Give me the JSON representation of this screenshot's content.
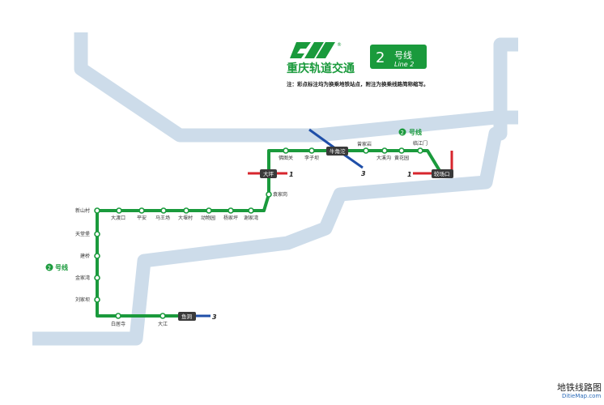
{
  "brand": {
    "name": "重庆轨道交通",
    "registered": "®"
  },
  "badge": {
    "number": "2",
    "name_cn": "号线",
    "name_en": "Line 2"
  },
  "note": "注：彩点标注均为换乘地铁站点，附注为换乘线路简称缩写。",
  "line_labels": [
    {
      "number": "2",
      "text": "号线"
    },
    {
      "number": "2",
      "text": "号线"
    }
  ],
  "stations": [
    "较场口",
    "临江门",
    "黄花园",
    "大溪沟",
    "曾家岩",
    "牛角沱",
    "李子坝",
    "佛图关",
    "大坪",
    "袁家岗",
    "谢家湾",
    "杨家坪",
    "动物园",
    "大堰村",
    "马王场",
    "平安",
    "大渡口",
    "新山村",
    "天堂堡",
    "建桥",
    "金家湾",
    "刘家坝",
    "白居寺",
    "大江",
    "鱼洞"
  ],
  "transfers": {
    "jiaochangkou": {
      "label": "较场口",
      "line": "1"
    },
    "niujiaotuo": {
      "label": "牛角沱",
      "line": "3"
    },
    "daping": {
      "label": "大坪",
      "line": "1"
    },
    "yudong": {
      "label": "鱼洞",
      "line": "3"
    }
  },
  "colors": {
    "line2": "#1a9a3c",
    "line1": "#d7262e",
    "line3": "#1f4fa8",
    "river": "#cddcea",
    "transfer_box": "#3a3a3a"
  },
  "watermark": {
    "cn": "地铁线路图",
    "en": "DitieMap.com"
  }
}
